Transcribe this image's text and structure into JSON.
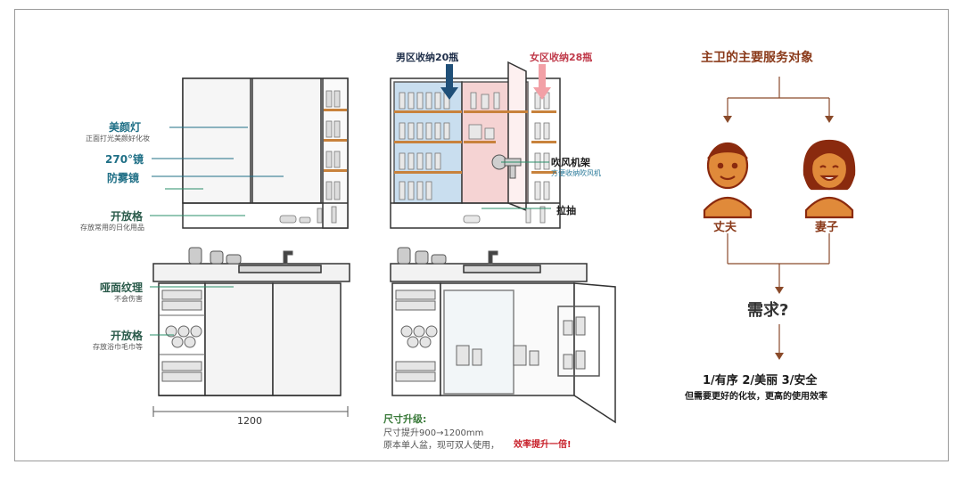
{
  "left_labels": {
    "mirror_light": "美颜灯",
    "mirror_light_sub": "正面打光美颜好化妆",
    "mirror_270": "270°镜",
    "anti_fog": "防雾镜",
    "open_shelf": "开放格",
    "open_shelf_sub": "存放常用的日化用品",
    "wood_grain": "哑面纹理",
    "wood_grain_sub": "不会伤害",
    "open_shelf2": "开放格",
    "open_shelf2_sub": "存放浴巾毛巾等",
    "width_dim": "1200"
  },
  "middle_labels": {
    "male_zone": "男区收纳20瓶",
    "female_zone": "女区收纳28瓶",
    "hair_dryer": "吹风机架",
    "hair_dryer_sub": "方便收纳吹风机",
    "drawer": "拉抽",
    "upgrade_title": "尺寸升级:",
    "upgrade_line1": "尺寸提升900→1200mm",
    "upgrade_line2": "原本单人盆，现可双人使用，",
    "upgrade_highlight": "效率提升一倍!"
  },
  "right_panel": {
    "title": "主卫的主要服务对象",
    "husband": "丈夫",
    "wife": "妻子",
    "demand": "需求?",
    "needs": "1/有序  2/美丽  3/安全",
    "summary": "但需要更好的化妆，更高的使用效率"
  },
  "colors": {
    "teal": "#1f6f86",
    "dark_red": "#8a3a1a",
    "face_orange": "#e08a3a",
    "line_brown": "#8a4a2a",
    "male_blue": "#bcd6ec",
    "female_pink": "#f3c9c9",
    "shelf_orange": "#c8823c"
  }
}
